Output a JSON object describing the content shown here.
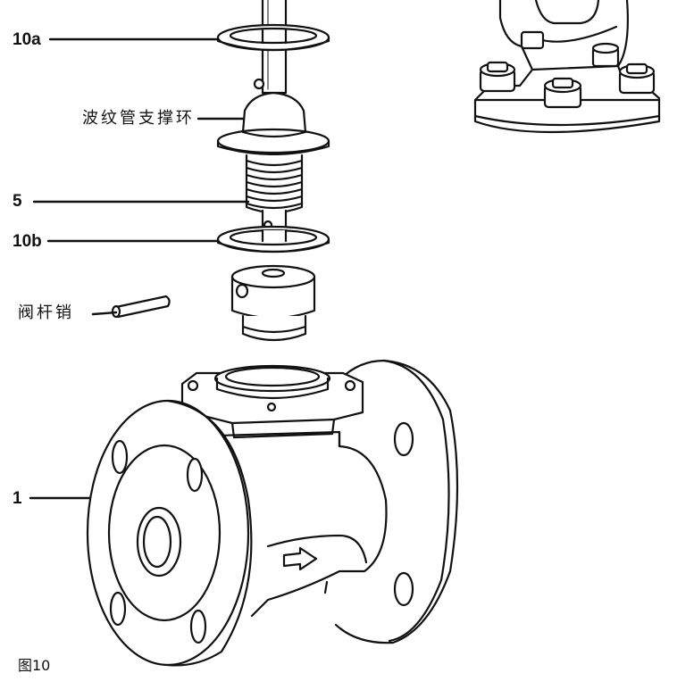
{
  "figure": {
    "caption": "图10"
  },
  "callouts": [
    {
      "id": "10a",
      "text": "10a"
    },
    {
      "id": "bellows-support-ring",
      "text": "波纹管支撑环"
    },
    {
      "id": "5",
      "text": "5"
    },
    {
      "id": "10b",
      "text": "10b"
    },
    {
      "id": "stem-pin",
      "text": "阀杆销"
    },
    {
      "id": "1",
      "text": "1"
    }
  ],
  "colors": {
    "line": "#111111",
    "fill": "#ffffff",
    "shade": "#d8d8d8"
  },
  "icons": {
    "flow": "arrow-right-icon"
  }
}
